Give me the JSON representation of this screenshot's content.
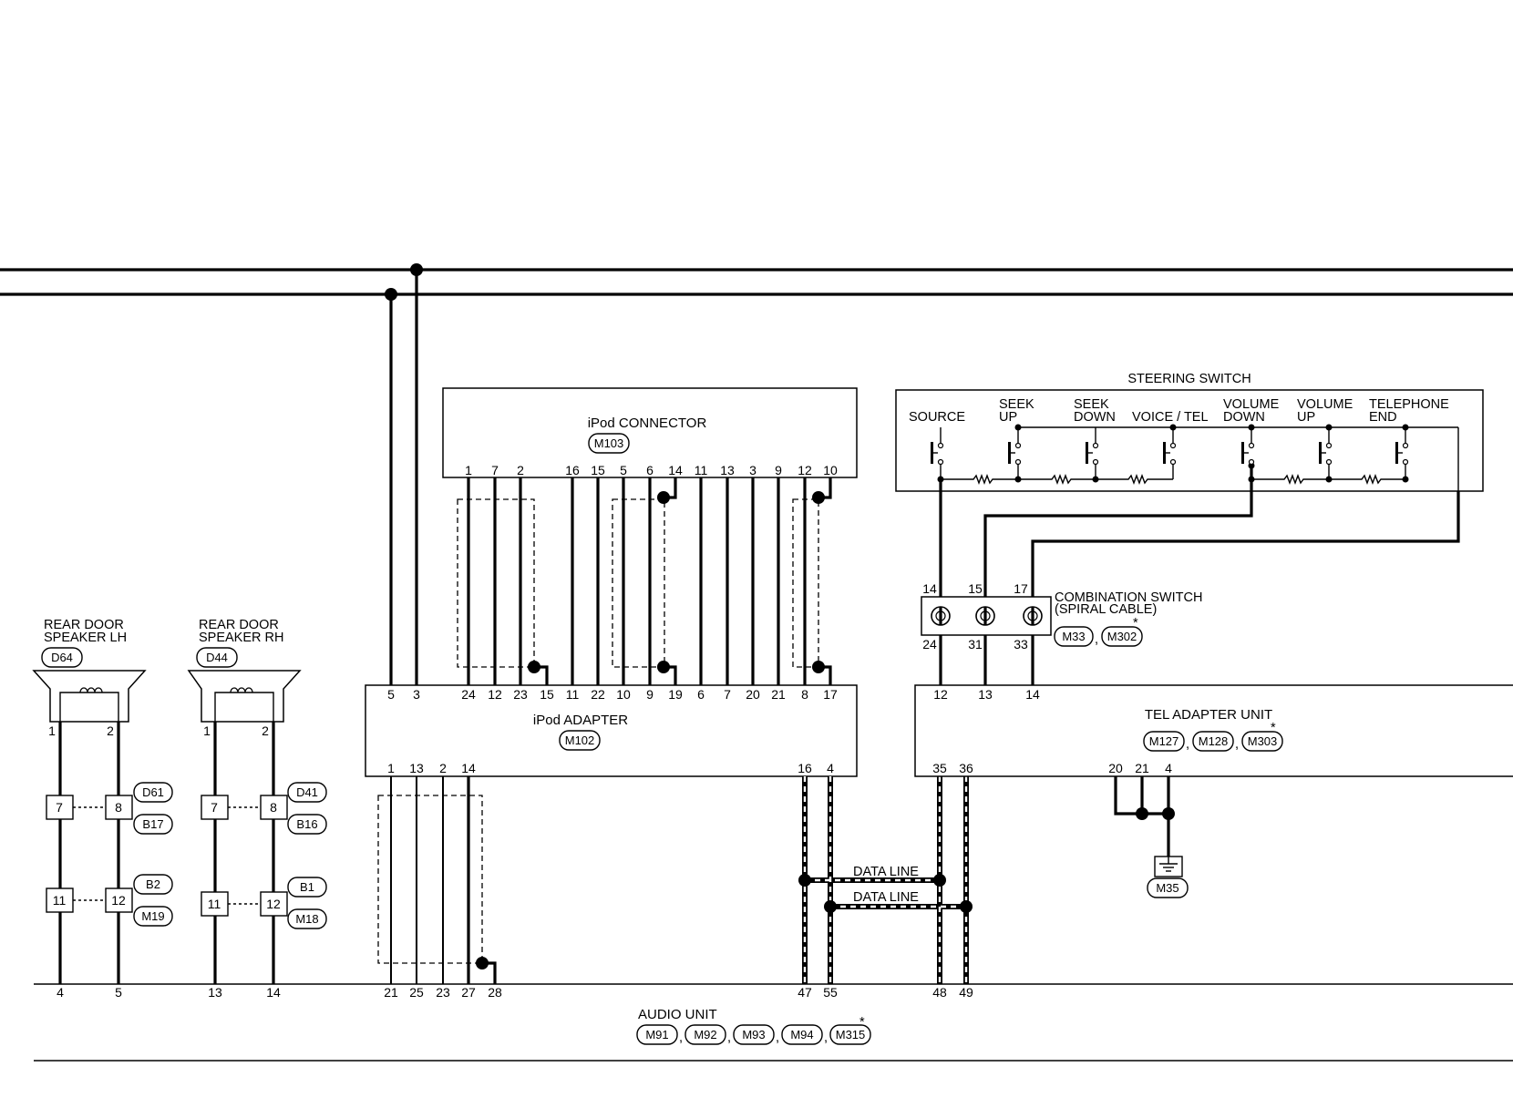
{
  "ipod_connector": {
    "title": "iPod CONNECTOR",
    "conn": "M103",
    "pins": [
      "1",
      "7",
      "2",
      "16",
      "15",
      "5",
      "6",
      "14",
      "11",
      "13",
      "3",
      "9",
      "12",
      "10"
    ]
  },
  "ipod_adapter": {
    "title": "iPod ADAPTER",
    "conn": "M102",
    "top_pins": [
      "5",
      "3",
      "24",
      "12",
      "23",
      "15",
      "11",
      "22",
      "10",
      "9",
      "19",
      "6",
      "7",
      "20",
      "21",
      "8",
      "17"
    ],
    "bottom_pins": [
      "1",
      "13",
      "2",
      "14",
      "16",
      "4"
    ]
  },
  "steering_switch": {
    "title": "STEERING SWITCH",
    "switches": [
      {
        "line1": "",
        "line2": "SOURCE"
      },
      {
        "line1": "SEEK",
        "line2": "UP"
      },
      {
        "line1": "SEEK",
        "line2": "DOWN"
      },
      {
        "line1": "",
        "line2": "VOICE / TEL"
      },
      {
        "line1": "VOLUME",
        "line2": "DOWN"
      },
      {
        "line1": "VOLUME",
        "line2": "UP"
      },
      {
        "line1": "TELEPHONE",
        "line2": "END"
      }
    ]
  },
  "combination_switch": {
    "line1": "COMBINATION SWITCH",
    "line2": "(SPIRAL CABLE)",
    "conns": [
      "M33",
      "M302"
    ],
    "sep": ",",
    "star": "*",
    "top_pins": [
      "14",
      "15",
      "17"
    ],
    "bottom_pins": [
      "24",
      "31",
      "33"
    ]
  },
  "tel_adapter": {
    "title": "TEL ADAPTER UNIT",
    "conns": [
      "M127",
      "M128",
      "M303"
    ],
    "sep1": ",",
    "sep2": ",",
    "star": "*",
    "top_pins": [
      "12",
      "13",
      "14"
    ],
    "bottom_pins": [
      "35",
      "36",
      "20",
      "21",
      "4"
    ]
  },
  "ground": {
    "conn": "M35"
  },
  "data_lines": [
    "DATA LINE",
    "DATA LINE"
  ],
  "audio_unit": {
    "title": "AUDIO UNIT",
    "conns": [
      "M91",
      "M92",
      "M93",
      "M94",
      "M315"
    ],
    "seps": [
      ",",
      ",",
      ",",
      ","
    ],
    "star": "*",
    "pins": [
      "4",
      "5",
      "13",
      "14",
      "21",
      "25",
      "23",
      "27",
      "28",
      "47",
      "55",
      "48",
      "49"
    ]
  },
  "speaker_lh": {
    "line1": "REAR DOOR",
    "line2": "SPEAKER LH",
    "conn": "D64",
    "pins": [
      "1",
      "2"
    ],
    "joints": [
      "7",
      "8",
      "11",
      "12"
    ],
    "conns": [
      "D61",
      "B17",
      "B2",
      "M19"
    ]
  },
  "speaker_rh": {
    "line1": "REAR DOOR",
    "line2": "SPEAKER RH",
    "conn": "D44",
    "pins": [
      "1",
      "2"
    ],
    "joints": [
      "7",
      "8",
      "11",
      "12"
    ],
    "conns": [
      "D41",
      "B16",
      "B1",
      "M18"
    ]
  }
}
